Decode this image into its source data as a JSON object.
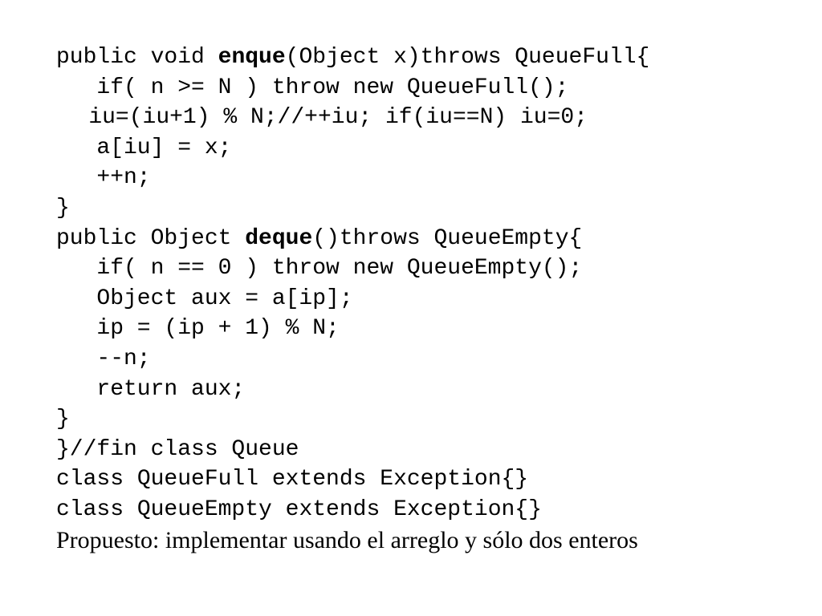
{
  "code": {
    "lines": [
      {
        "indent": 0,
        "before": "public void ",
        "bold": "enque",
        "after": "(Object x)throws QueueFull{"
      },
      {
        "indent": 2,
        "before": "if( n >= N ) throw new QueueFull();",
        "bold": "",
        "after": ""
      },
      {
        "indent": 1.6,
        "before": "iu=(iu+1) % N;//++iu; if(iu==N) iu=0;",
        "bold": "",
        "after": ""
      },
      {
        "indent": 2,
        "before": "a[iu] = x;",
        "bold": "",
        "after": ""
      },
      {
        "indent": 2,
        "before": "++n;",
        "bold": "",
        "after": ""
      },
      {
        "indent": 0,
        "before": "}",
        "bold": "",
        "after": ""
      },
      {
        "indent": 0,
        "before": "public Object ",
        "bold": "deque",
        "after": "()throws QueueEmpty{"
      },
      {
        "indent": 2,
        "before": "if( n == 0 ) throw new QueueEmpty();",
        "bold": "",
        "after": ""
      },
      {
        "indent": 2,
        "before": "Object aux = a[ip];",
        "bold": "",
        "after": ""
      },
      {
        "indent": 2,
        "before": "ip = (ip + 1) % N;",
        "bold": "",
        "after": ""
      },
      {
        "indent": 2,
        "before": "--n;",
        "bold": "",
        "after": ""
      },
      {
        "indent": 2,
        "before": "return aux;",
        "bold": "",
        "after": ""
      },
      {
        "indent": 0,
        "before": "}",
        "bold": "",
        "after": ""
      },
      {
        "indent": 0,
        "before": "}//fin class Queue",
        "bold": "",
        "after": ""
      },
      {
        "indent": 0,
        "before": "class QueueFull extends Exception{}",
        "bold": "",
        "after": ""
      },
      {
        "indent": 0,
        "before": "class QueueEmpty extends Exception{}",
        "bold": "",
        "after": ""
      }
    ]
  },
  "note": {
    "text": "Propuesto: implementar usando el arreglo y sólo dos enteros"
  },
  "colors": {
    "background": "#ffffff",
    "text": "#000000"
  }
}
